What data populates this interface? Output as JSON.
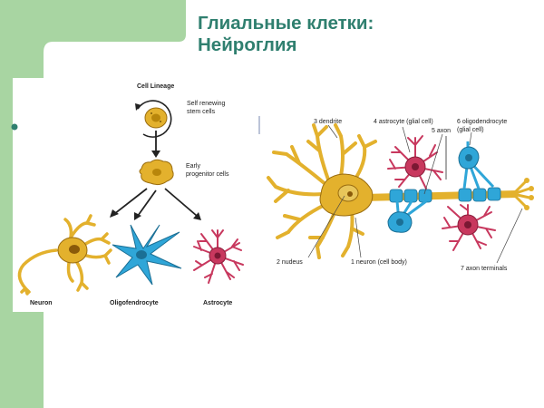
{
  "slide": {
    "title_line1": "Глиальные клетки:",
    "title_line2": "Нейроглия"
  },
  "lineage": {
    "heading": "Cell Lineage",
    "stem_label_1": "Self renewing",
    "stem_label_2": "stem cells",
    "progenitor_label_1": "Early",
    "progenitor_label_2": "progenitor cells",
    "neuron": "Neuron",
    "oligodendrocyte": "Oligofendrocyte",
    "astrocyte": "Astrocyte"
  },
  "neuron_diagram": {
    "dendrite": "3 dendrite",
    "astrocyte": "4 astrocyte (glial cell)",
    "axon": "5 axon",
    "oligo_1": "6 oligodendrocyte",
    "oligo_2": "(glial cell)",
    "nucleus": "2 nudeus",
    "neuron_body": "1 neuron (cell body)",
    "axon_terminals": "7 axon terminals"
  },
  "colors": {
    "green_band": "#a8d5a2",
    "title": "#2f7f6f",
    "neuron": "#e3b12d",
    "glia_blue": "#2fa6d8",
    "astro_pink": "#c8385e"
  }
}
